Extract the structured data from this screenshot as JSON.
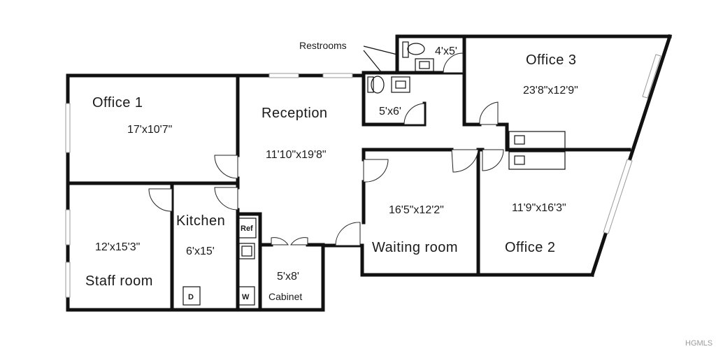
{
  "rooms": {
    "office1": {
      "name": "Office 1",
      "dims": "17'x10'7\""
    },
    "reception": {
      "name": "Reception",
      "dims": "11'10\"x19'8\""
    },
    "restroom_small": {
      "dims": "4'x5'"
    },
    "restroom_large": {
      "dims": "5'x6'"
    },
    "office3": {
      "name": "Office 3",
      "dims": "23'8\"x12'9\""
    },
    "staff_room": {
      "name": "Staff room",
      "dims": "12'x15'3\""
    },
    "kitchen": {
      "name": "Kitchen",
      "dims": "6'x15'"
    },
    "cabinet": {
      "name": "Cabinet",
      "dims": "5'x8'"
    },
    "waiting_room": {
      "name": "Waiting room",
      "dims": "16'5\"x12'2\""
    },
    "office2": {
      "name": "Office 2",
      "dims": "11'9\"x16'3\""
    }
  },
  "labels": {
    "restrooms": "Restrooms",
    "appliance_ref": "Ref",
    "appliance_dryer": "D",
    "appliance_washer": "W"
  },
  "watermark": "HGMLS"
}
